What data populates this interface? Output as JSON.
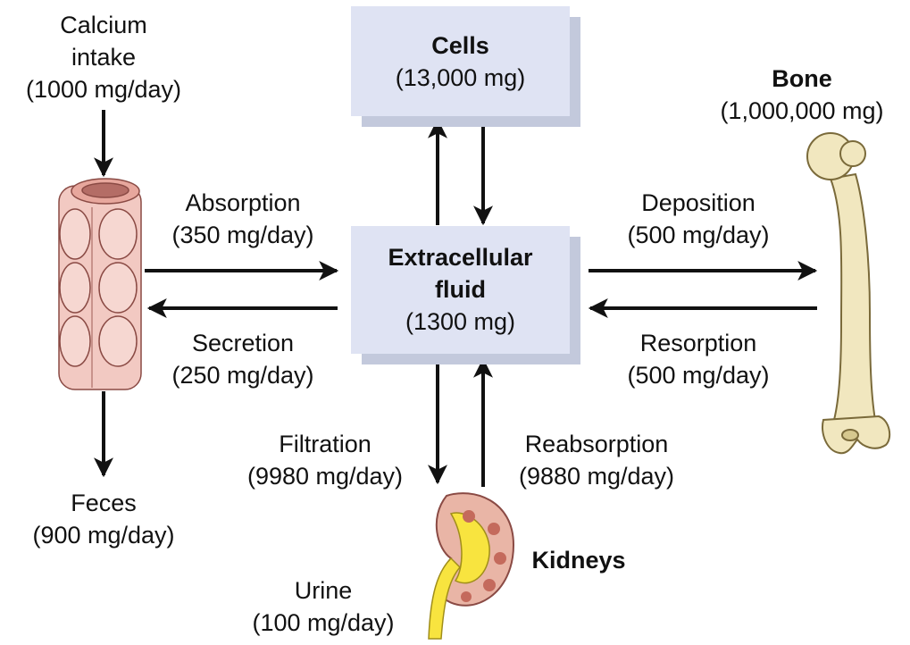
{
  "colors": {
    "box_fill": "#dfe3f3",
    "box_shadow": "#c3c9dc",
    "arrow": "#111111",
    "intestine": "#f2c9c2",
    "bone": "#f1e7bf",
    "kidney": "#e9b5a6",
    "kidney_pelvis": "#f8e43f"
  },
  "icons": {
    "intestine": "intestine-icon",
    "bone": "bone-icon",
    "kidney": "kidney-icon"
  },
  "intake": {
    "line1": "Calcium",
    "line2": "intake",
    "amount": "(1000 mg/day)"
  },
  "feces": {
    "label": "Feces",
    "amount": "(900 mg/day)"
  },
  "absorption": {
    "label": "Absorption",
    "amount": "(350 mg/day)"
  },
  "secretion": {
    "label": "Secretion",
    "amount": "(250 mg/day)"
  },
  "cells": {
    "title": "Cells",
    "amount": "(13,000 mg)"
  },
  "ecf": {
    "title_line1": "Extracellular",
    "title_line2": "fluid",
    "amount": "(1300 mg)"
  },
  "bone": {
    "title": "Bone",
    "amount": "(1,000,000 mg)"
  },
  "deposition": {
    "label": "Deposition",
    "amount": "(500 mg/day)"
  },
  "resorption": {
    "label": "Resorption",
    "amount": "(500 mg/day)"
  },
  "filtration": {
    "label": "Filtration",
    "amount": "(9980 mg/day)"
  },
  "reabsorption": {
    "label": "Reabsorption",
    "amount": "(9880 mg/day)"
  },
  "kidneys": {
    "title": "Kidneys"
  },
  "urine": {
    "label": "Urine",
    "amount": "(100 mg/day)"
  }
}
